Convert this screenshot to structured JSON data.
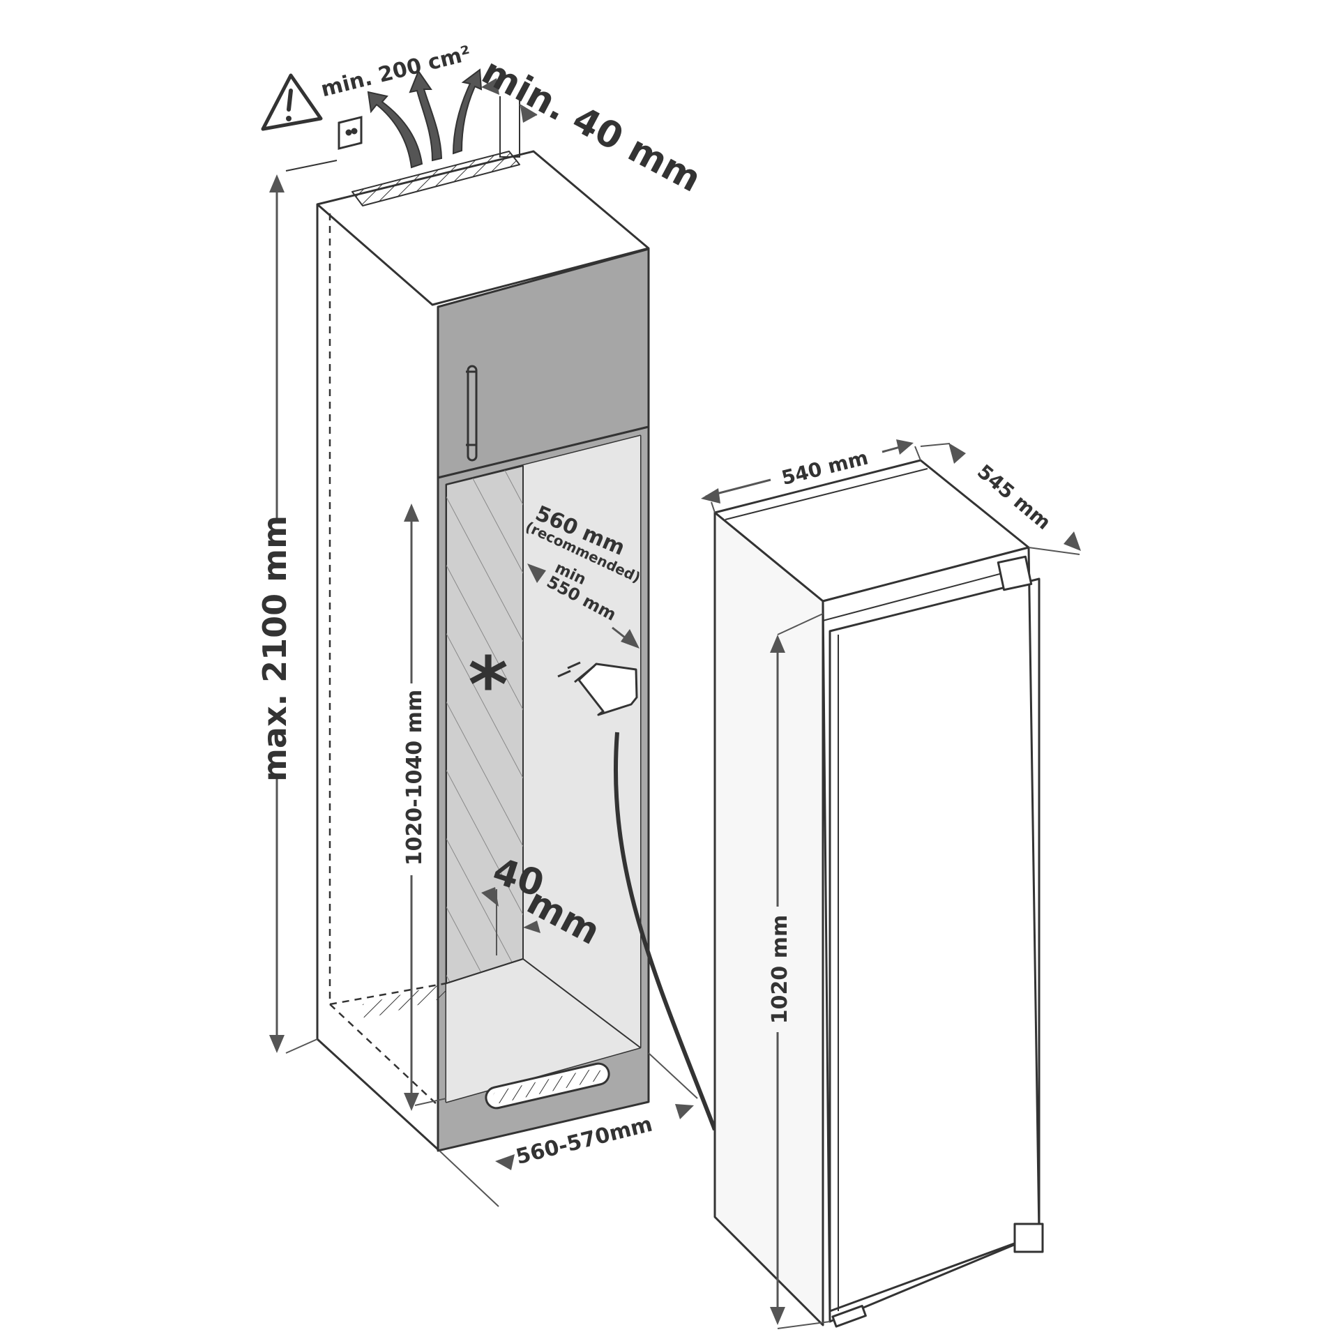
{
  "colors": {
    "ink": "#333333",
    "arrow": "#555555",
    "cabinet_gray": "#a9a9a9",
    "door_gray": "#a6a6a6",
    "niche_gray": "#e6e6e6",
    "shade": "#cfcfcf",
    "appliance_side": "#f7f7f7",
    "background": "#ffffff"
  },
  "icons": {
    "warning": "warning-triangle-icon",
    "socket": "power-socket-icon",
    "plug": "power-plug-icon",
    "airflow": "airflow-arrow-icon",
    "asterisk": "asterisk-icon"
  },
  "labels": {
    "vent_area": "min. 200 cm²",
    "top_gap": "min. 40 mm",
    "max_height": "max. 2100 mm",
    "niche_height": "1020-1040 mm",
    "recommended_depth_value": "560 mm",
    "recommended_depth_note": "(recommended)",
    "min_depth_prefix": "min",
    "min_depth_value": "550 mm",
    "back_gap_value": "40",
    "back_gap_unit": "mm",
    "niche_width": "560-570mm",
    "appliance_width": "540 mm",
    "appliance_depth": "545 mm",
    "appliance_height": "1020 mm",
    "asterisk": "*"
  }
}
